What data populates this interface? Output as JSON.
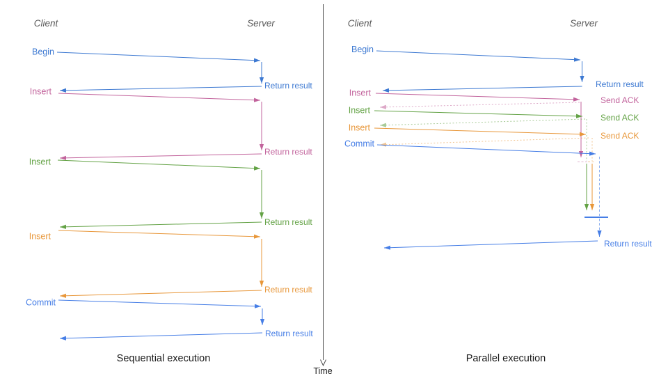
{
  "colors": {
    "blue": "#3d79d2",
    "commit_blue": "#467ee6",
    "pink": "#c2639c",
    "green": "#63a245",
    "orange": "#e8973a",
    "axis": "#4a4a4a",
    "heading": "#1a1a1a",
    "lane": "#595959"
  },
  "time_axis": {
    "label": "Time"
  },
  "left": {
    "title": "Sequential execution",
    "client": "Client",
    "server": "Server",
    "messages": [
      {
        "label": "Begin",
        "response": "Return result"
      },
      {
        "label": "Insert",
        "response": "Return result"
      },
      {
        "label": "Insert",
        "response": "Return result"
      },
      {
        "label": "Insert",
        "response": "Return result"
      },
      {
        "label": "Commit",
        "response": "Return result"
      }
    ]
  },
  "right": {
    "title": "Parallel execution",
    "client": "Client",
    "server": "Server",
    "messages": [
      {
        "label": "Begin",
        "response": "Return result"
      },
      {
        "label": "Insert",
        "response": "Send ACK"
      },
      {
        "label": "Insert",
        "response": "Send ACK"
      },
      {
        "label": "Insert",
        "response": "Send ACK"
      },
      {
        "label": "Commit",
        "response": ""
      }
    ],
    "final_response": "Return result"
  }
}
